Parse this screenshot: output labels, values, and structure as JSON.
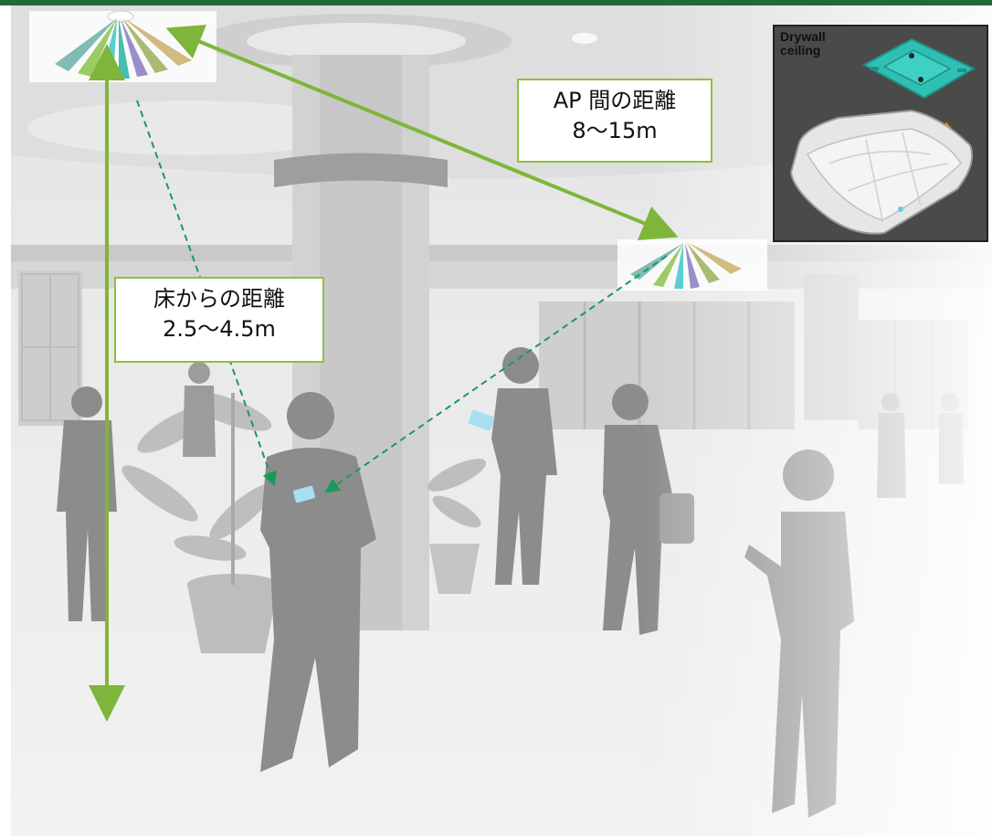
{
  "colors": {
    "accent_green": "#8fbf3f",
    "dashed_green": "#1a9a5a",
    "silhouette": "#8c8c8c",
    "bracket_teal": "#2bbfb0",
    "arrow_orange": "#f0a020"
  },
  "labels": {
    "ap_distance_line1": "AP 間の距離",
    "ap_distance_line2": "8～15m",
    "floor_distance_line1": "床からの距離",
    "floor_distance_line2": "2.5～4.5m"
  },
  "inset": {
    "caption": "Drywall\nceiling",
    "arrow_icon": "up-arrow-icon"
  }
}
